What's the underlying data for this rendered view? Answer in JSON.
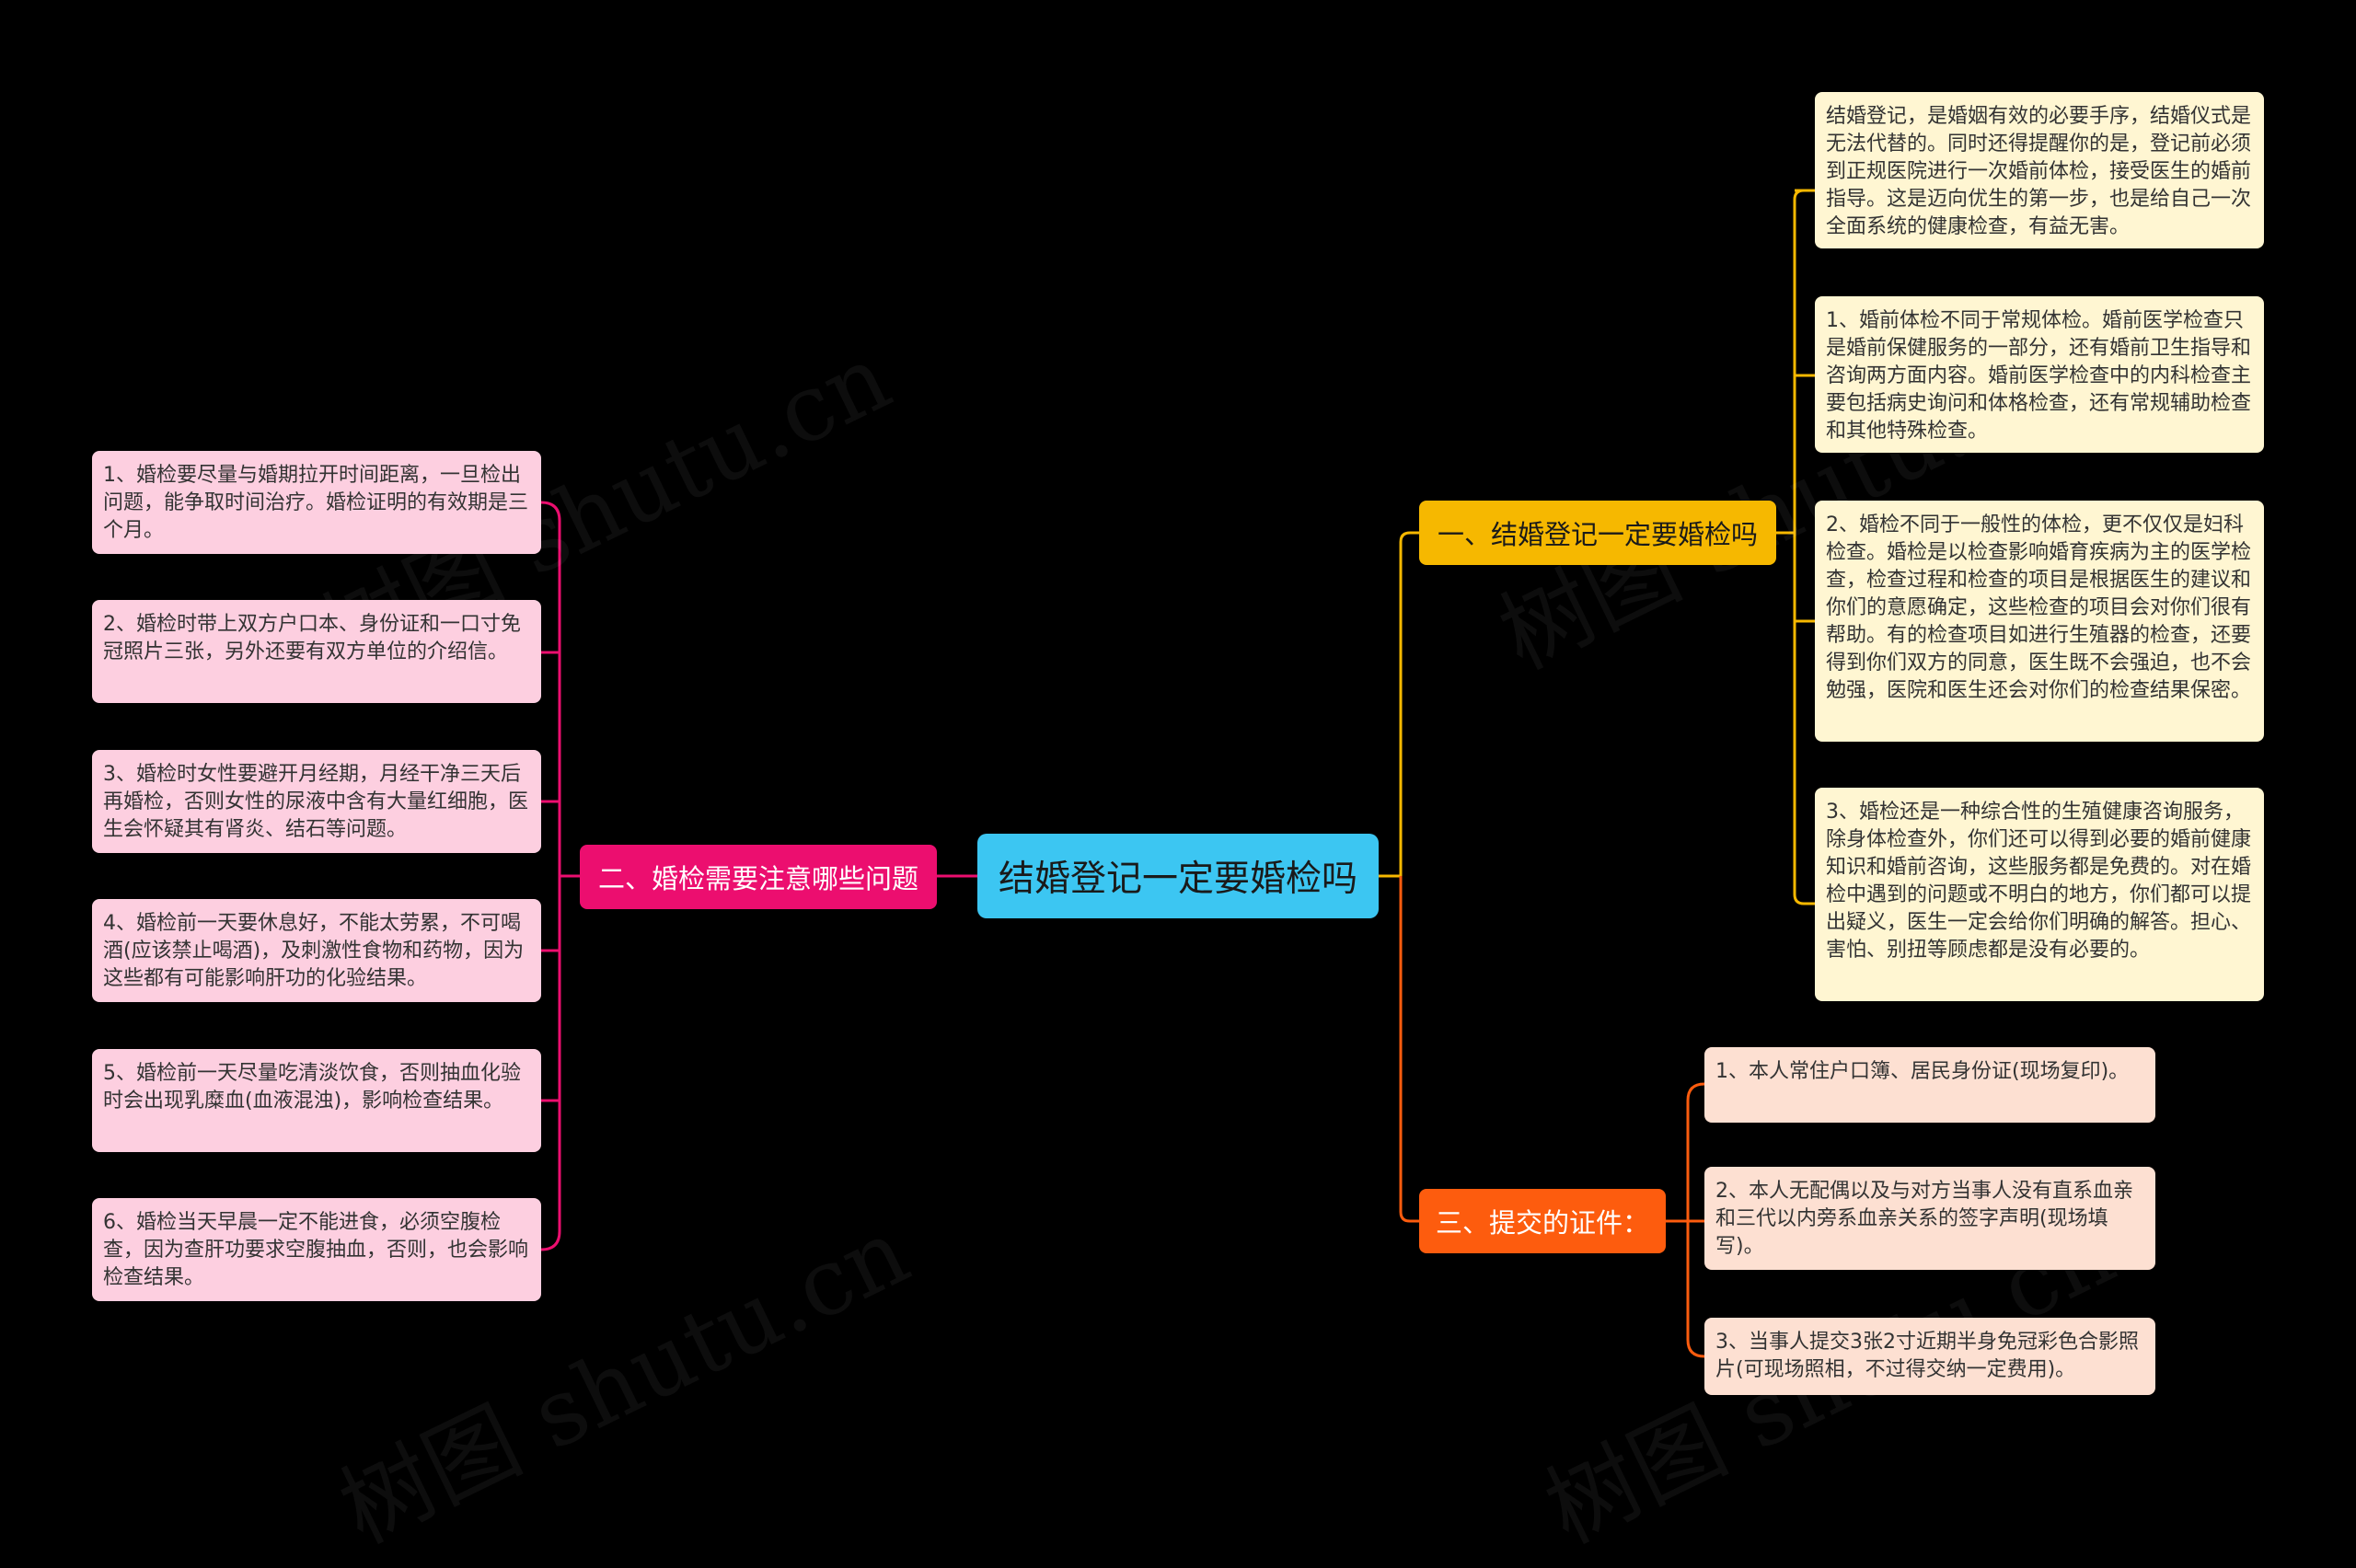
{
  "central_topic": "结婚登记一定要婚检吗",
  "colors": {
    "background": "#000000",
    "central": "#3cc6f2",
    "branch_1": "#f6b800",
    "branch_2": "#ec0e6f",
    "branch_3": "#fd5c0e",
    "leaf_yellow": "#fff6d2",
    "leaf_pink": "#fdcfe0",
    "leaf_peach": "#fde0d2"
  },
  "branches": [
    {
      "label": "一、结婚登记一定要婚检吗",
      "leaves": [
        "结婚登记，是婚姻有效的必要手序，结婚仪式是无法代替的。同时还得提醒你的是，登记前必须到正规医院进行一次婚前体检，接受医生的婚前指导。这是迈向优生的第一步，也是给自己一次全面系统的健康检查，有益无害。",
        "1、婚前体检不同于常规体检。婚前医学检查只是婚前保健服务的一部分，还有婚前卫生指导和咨询两方面内容。婚前医学检查中的内科检查主要包括病史询问和体格检查，还有常规辅助检查和其他特殊检查。",
        "2、婚检不同于一般性的体检，更不仅仅是妇科检查。婚检是以检查影响婚育疾病为主的医学检查，检查过程和检查的项目是根据医生的建议和你们的意愿确定，这些检查的项目会对你们很有帮助。有的检查项目如进行生殖器的检查，还要得到你们双方的同意，医生既不会强迫，也不会勉强，医院和医生还会对你们的检查结果保密。",
        "3、婚检还是一种综合性的生殖健康咨询服务，除身体检查外，你们还可以得到必要的婚前健康知识和婚前咨询，这些服务都是免费的。对在婚检中遇到的问题或不明白的地方，你们都可以提出疑义，医生一定会给你们明确的解答。担心、害怕、别扭等顾虑都是没有必要的。"
      ]
    },
    {
      "label": "二、婚检需要注意哪些问题",
      "leaves": [
        "1、婚检要尽量与婚期拉开时间距离，一旦检出问题，能争取时间治疗。婚检证明的有效期是三个月。",
        "2、婚检时带上双方户口本、身份证和一口寸免冠照片三张，另外还要有双方单位的介绍信。",
        "3、婚检时女性要避开月经期，月经干净三天后再婚检，否则女性的尿液中含有大量红细胞，医生会怀疑其有肾炎、结石等问题。",
        "4、婚检前一天要休息好，不能太劳累，不可喝酒(应该禁止喝酒)，及刺激性食物和药物，因为这些都有可能影响肝功的化验结果。",
        "5、婚检前一天尽量吃清淡饮食，否则抽血化验时会出现乳糜血(血液混浊)，影响检查结果。",
        "6、婚检当天早晨一定不能进食，必须空腹检查，因为查肝功要求空腹抽血，否则，也会影响检查结果。"
      ]
    },
    {
      "label": "三、提交的证件：",
      "leaves": [
        "1、本人常住户口簿、居民身份证(现场复印)。",
        "2、本人无配偶以及与对方当事人没有直系血亲和三代以内旁系血亲关系的签字声明(现场填写)。",
        "3、当事人提交3张2寸近期半身免冠彩色合影照片(可现场照相，不过得交纳一定费用)。"
      ]
    }
  ],
  "watermark": "树图 shutu.cn"
}
